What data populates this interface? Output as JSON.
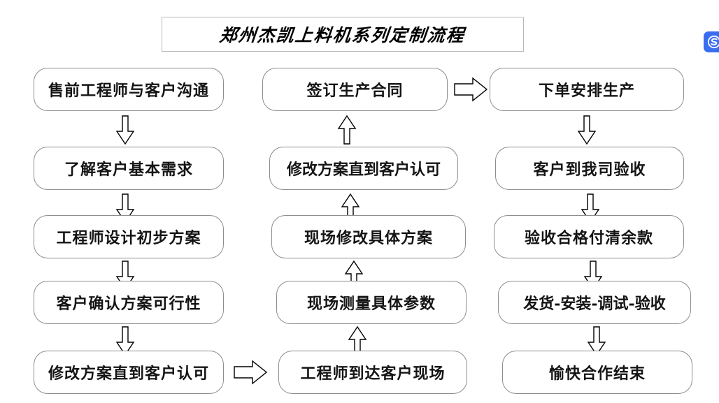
{
  "title": {
    "text": "郑州杰凯上料机系列定制流程"
  },
  "watermark": {
    "icon": "s-badge-icon"
  },
  "flow": {
    "columns": [
      {
        "id": "column-1",
        "direction": "down",
        "nodes": [
          {
            "label": "售前工程师与客户沟通"
          },
          {
            "label": "了解客户基本需求"
          },
          {
            "label": "工程师设计初步方案"
          },
          {
            "label": "客户确认方案可行性"
          },
          {
            "label": "修改方案直到客户认可"
          }
        ]
      },
      {
        "id": "column-2",
        "direction": "up",
        "nodes": [
          {
            "label": "签订生产合同"
          },
          {
            "label": "修改方案直到客户认可"
          },
          {
            "label": "现场修改具体方案"
          },
          {
            "label": "现场测量具体参数"
          },
          {
            "label": "工程师到达客户现场"
          }
        ]
      },
      {
        "id": "column-3",
        "direction": "down",
        "nodes": [
          {
            "label": "下单安排生产"
          },
          {
            "label": "客户到我司验收"
          },
          {
            "label": "验收合格付清余款"
          },
          {
            "label": "发货-安装-调试-验收"
          },
          {
            "label": "愉快合作结束"
          }
        ]
      }
    ],
    "connectors": {
      "col1_to_col2": "arrow-right",
      "col2_to_col3": "arrow-right",
      "within_col1": "arrow-down",
      "within_col2": "arrow-up",
      "within_col3": "arrow-down"
    }
  },
  "colors": {
    "box_border": "#8d8d8d",
    "title_border": "#b9b9b9",
    "text": "#141414",
    "arrow_stroke": "#000000",
    "background": "#ffffff",
    "watermark_bg": "#3a6df0"
  }
}
